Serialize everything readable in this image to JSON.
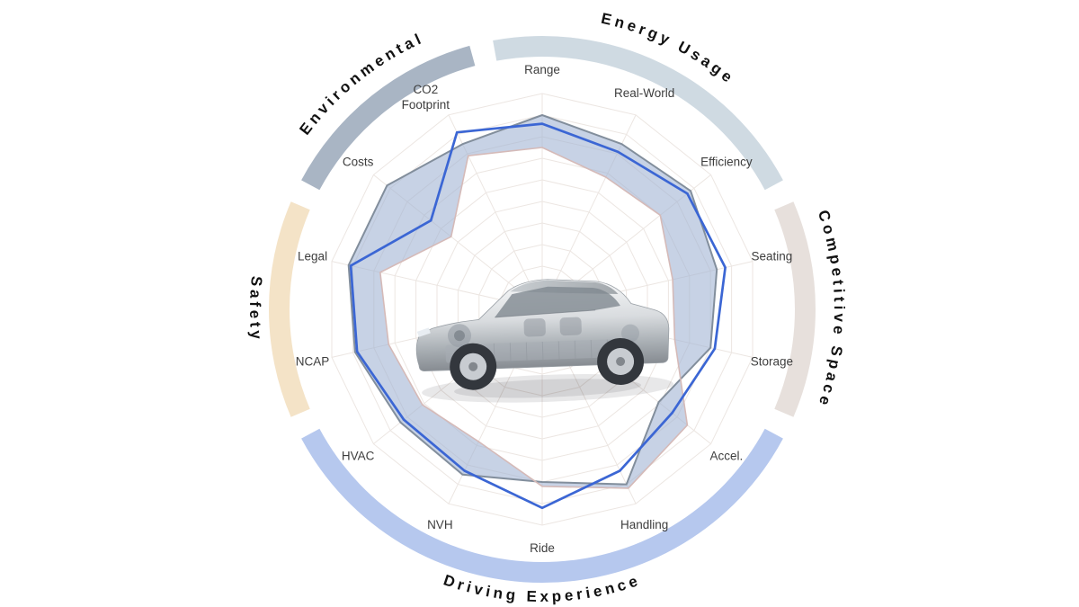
{
  "page": {
    "background": "#ffffff"
  },
  "chart_data": {
    "type": "radar",
    "title": "",
    "legend_position": "none",
    "grid": true,
    "scale": {
      "min": 0,
      "max": 100,
      "rings": 10
    },
    "axes": [
      {
        "label": "Range",
        "group": "Energy Usage"
      },
      {
        "label": "Real-World",
        "group": "Energy Usage"
      },
      {
        "label": "Efficiency",
        "group": "Energy Usage"
      },
      {
        "label": "Seating",
        "group": "Competitive Space"
      },
      {
        "label": "Storage",
        "group": "Competitive Space"
      },
      {
        "label": "Accel.",
        "group": "Driving Experience"
      },
      {
        "label": "Handling",
        "group": "Driving Experience"
      },
      {
        "label": "Ride",
        "group": "Driving Experience"
      },
      {
        "label": "NVH",
        "group": "Driving Experience"
      },
      {
        "label": "HVAC",
        "group": "Driving Experience"
      },
      {
        "label": "NCAP",
        "group": "Safety"
      },
      {
        "label": "Legal",
        "group": "Safety"
      },
      {
        "label": "Costs",
        "group": "Environmental"
      },
      {
        "label": "CO2 Footprint",
        "group": "Environmental",
        "lines": [
          "CO2",
          "Footprint"
        ]
      }
    ],
    "series": [
      {
        "name": "gray-edge",
        "style": "band-edge",
        "color": "#828e9c",
        "width": 2,
        "values": [
          90,
          85,
          88,
          83,
          80,
          69,
          90,
          80,
          85,
          84,
          89,
          92,
          92,
          85
        ]
      },
      {
        "name": "rose-edge",
        "style": "band-edge",
        "color": "#d5bab8",
        "width": 1.6,
        "values": [
          75,
          68,
          70,
          62,
          63,
          86,
          92,
          82,
          68,
          71,
          73,
          77,
          54,
          79
        ]
      },
      {
        "name": "blue-line",
        "style": "line",
        "color": "#3b66d4",
        "width": 2.7,
        "values": [
          86,
          81,
          86,
          87,
          82,
          77,
          83,
          92,
          83,
          82,
          88,
          91,
          66,
          91
        ]
      }
    ],
    "band_fill": "#9fb2d2",
    "band_opacity": 0.58,
    "grid_color": "#ece6e2",
    "axis_label_color": "#3d3d3d",
    "groups": [
      {
        "label": "Energy Usage",
        "color": "#cfdae2",
        "start_deg": -10.4,
        "end_deg": 61.8
      },
      {
        "label": "Competitive Space",
        "color": "#e7e0dc",
        "start_deg": 66.8,
        "end_deg": 113.2
      },
      {
        "label": "Driving Experience",
        "color": "#b6c8ee",
        "start_deg": 118.2,
        "end_deg": 241.8
      },
      {
        "label": "Safety",
        "color": "#f4e3c7",
        "start_deg": 246.8,
        "end_deg": 293.2
      },
      {
        "label": "Environmental",
        "color": "#a9b5c4",
        "start_deg": 298.2,
        "end_deg": 344.6
      }
    ]
  },
  "center_image": {
    "description": "silver cutaway SUV"
  }
}
